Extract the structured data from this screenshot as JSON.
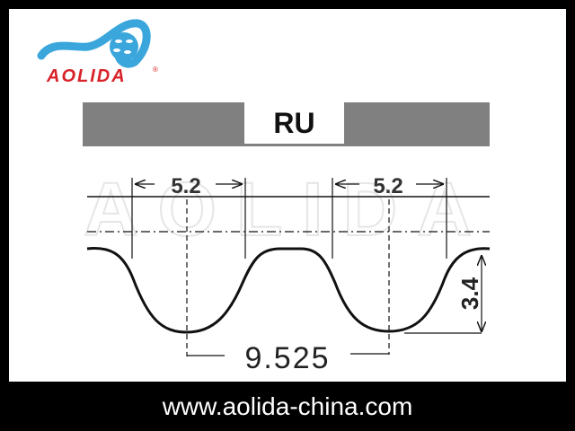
{
  "logo": {
    "brand": "AOLIDA",
    "registered": "®",
    "color_blue": "#3aa6dc",
    "color_red": "#d8232a"
  },
  "profile": {
    "name": "RU"
  },
  "watermark": "AOLIDA",
  "dimensions": {
    "land_width_left": "5.2",
    "land_width_right": "5.2",
    "pitch": "9.525",
    "tooth_height": "3.4"
  },
  "footer": {
    "url": "www.aolida-china.com"
  }
}
